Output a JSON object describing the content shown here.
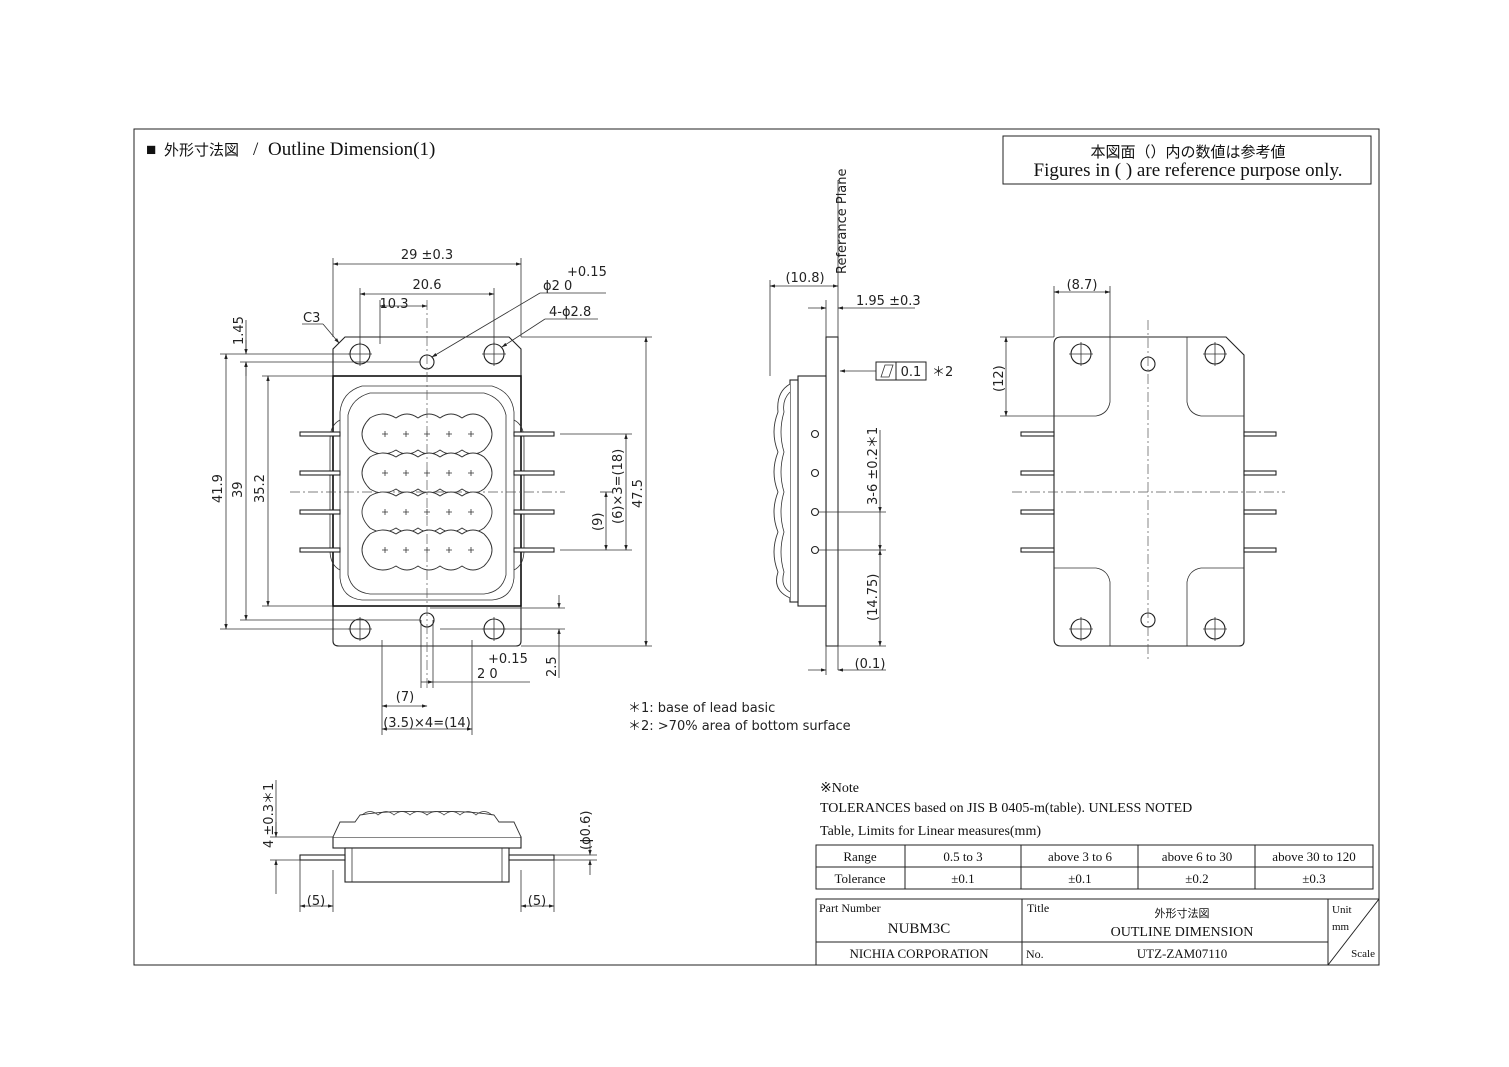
{
  "header": {
    "title_marker": "■",
    "title_jp": "外形寸法図",
    "title_sep": " / ",
    "title_en": "Outline Dimension(1)"
  },
  "reference_note": {
    "jp": "本図面（）内の数値は参考値",
    "en": "Figures in ( ) are reference purpose only."
  },
  "top_view": {
    "dim_width": "29 ±0.3",
    "dim_20_6": "20.6",
    "dim_10_3": "10.3",
    "dim_hole_tol": "+0.15",
    "dim_hole": "ϕ2  0",
    "dim_4holes": "4-ϕ2.8",
    "dim_c3": "C3",
    "dim_1_45": "1.45",
    "dim_41_9": "41.9",
    "dim_39": "39",
    "dim_35_2": "35.2",
    "dim_47_5": "47.5",
    "dim_6x3": "(6)×3=(18)",
    "dim_9": "(9)",
    "dim_2_5": "2.5",
    "dim_slot_tol": "+0.15",
    "dim_slot": "2  0",
    "dim_7": "(7)",
    "dim_3_5x4": "(3.5)×4=(14)"
  },
  "side_view": {
    "reference_plane": "Referance Plane",
    "dim_10_8": "(10.8)",
    "dim_1_95": "1.95 ±0.3",
    "flatness_value": "0.1",
    "flatness_note": "＊2",
    "dim_pitch": "3-6 ±0.2＊1",
    "dim_14_75": "(14.75)",
    "dim_0_1": "(0.1)"
  },
  "back_view": {
    "dim_8_7": "(8.7)",
    "dim_12": "(12)"
  },
  "bottom_view": {
    "dim_height": "4 ±0.3＊1",
    "dim_lead_dia": "(ϕ0.6)",
    "dim_lead_left": "(5)",
    "dim_lead_right": "(5)"
  },
  "footnotes": {
    "note1": "＊1: base of lead basic",
    "note2": "＊2: >70% area of bottom surface"
  },
  "tolerance_note": {
    "heading": "※Note",
    "line1": "TOLERANCES based on JIS B 0405-m(table). UNLESS NOTED",
    "line2": "Table, Limits for Linear measures(mm)",
    "row_labels": [
      "Range",
      "Tolerance"
    ],
    "ranges": [
      "0.5 to 3",
      "above 3 to 6",
      "above 6 to 30",
      "above 30 to 120"
    ],
    "tolerances": [
      "±0.1",
      "±0.1",
      "±0.2",
      "±0.3"
    ]
  },
  "title_block": {
    "part_number_label": "Part Number",
    "part_number": "NUBM3C",
    "title_label": "Title",
    "title_jp": "外形寸法図",
    "title_en": "OUTLINE DIMENSION",
    "unit_label": "Unit",
    "unit": "mm",
    "company": "NICHIA CORPORATION",
    "no_label": "No.",
    "doc_no": "UTZ-ZAM07110",
    "scale_label": "Scale"
  }
}
